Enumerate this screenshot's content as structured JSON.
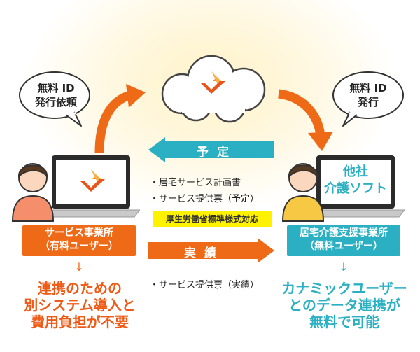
{
  "left_bubble": {
    "line1": "無料 ID",
    "line2": "発行依頼"
  },
  "right_bubble": {
    "line1": "無料 ID",
    "line2": "発行"
  },
  "top_arrow": {
    "label": "予定"
  },
  "bottom_arrow": {
    "label": "実績"
  },
  "plan_items": [
    "・居宅サービス計画書",
    "・サービス提供票（予定）"
  ],
  "plan_tag": "厚生労働省標準様式対応",
  "result_items": [
    "・サービス提供票（実績）"
  ],
  "left_party": {
    "line1": "サービス事業所",
    "line2": "（有料ユーザー）"
  },
  "right_party": {
    "line1": "居宅介護支援事業所",
    "line2": "（無料ユーザー）"
  },
  "other_software": {
    "line1": "他社",
    "line2": "介護ソフト"
  },
  "down_arrow": "↓",
  "left_benefit": [
    "連携のための",
    "別システム導入と",
    "費用負担が不要"
  ],
  "right_benefit": [
    "カナミックユーザー",
    "とのデータ連携が",
    "無料で可能"
  ],
  "colors": {
    "orange": "#ef6a16",
    "teal": "#2bb0c3",
    "yellow": "#fff200"
  },
  "icons": [
    "cloud-icon",
    "logo-icon",
    "person-icon",
    "laptop-icon",
    "speech-bubble-icon",
    "arrow-icon"
  ]
}
